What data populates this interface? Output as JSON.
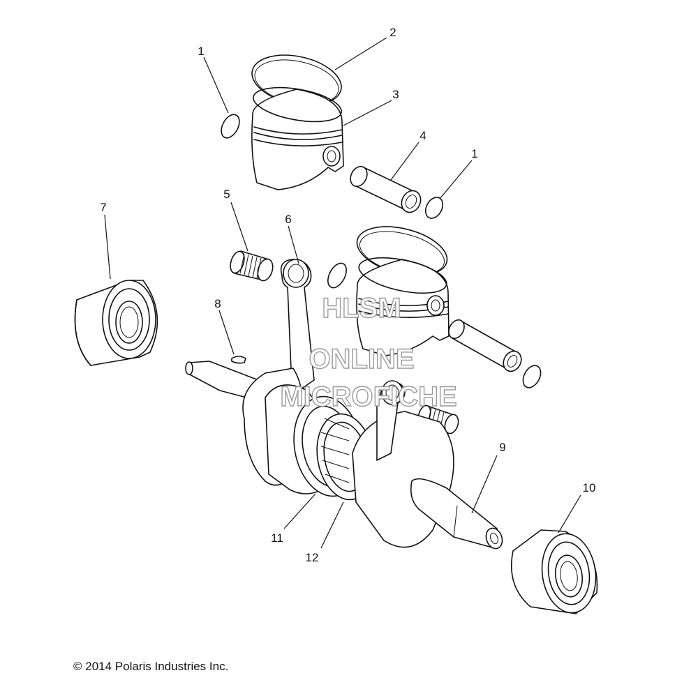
{
  "diagram": {
    "callouts": [
      {
        "id": "c1a",
        "label": "1"
      },
      {
        "id": "c2",
        "label": "2"
      },
      {
        "id": "c3",
        "label": "3"
      },
      {
        "id": "c4",
        "label": "4"
      },
      {
        "id": "c1b",
        "label": "1"
      },
      {
        "id": "c5",
        "label": "5"
      },
      {
        "id": "c6",
        "label": "6"
      },
      {
        "id": "c7",
        "label": "7"
      },
      {
        "id": "c8",
        "label": "8"
      },
      {
        "id": "c9",
        "label": "9"
      },
      {
        "id": "c10",
        "label": "10"
      },
      {
        "id": "c11",
        "label": "11"
      },
      {
        "id": "c12",
        "label": "12"
      }
    ],
    "watermark": [
      "HLSM",
      "ONLINE",
      "MICROFICHE"
    ]
  },
  "copyright": "© 2014 Polaris Industries Inc."
}
